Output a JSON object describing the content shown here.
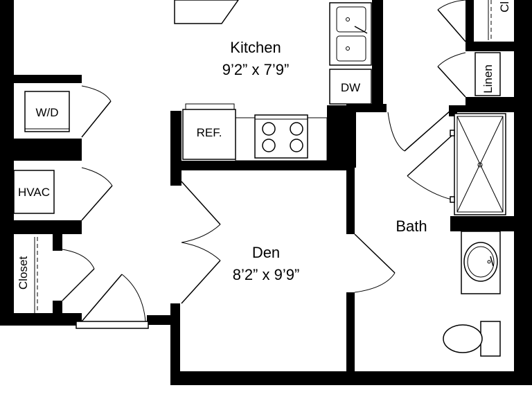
{
  "rooms": {
    "kitchen": {
      "name": "Kitchen",
      "dims": "9’2” x 7’9”"
    },
    "den": {
      "name": "Den",
      "dims": "8’2” x 9’9”"
    },
    "bath": {
      "name": "Bath"
    }
  },
  "fixtures": {
    "wd": "W/D",
    "hvac": "HVAC",
    "closet": "Closet",
    "ref": "REF.",
    "dw": "DW",
    "linen": "Linen",
    "closet_top": "Cl"
  },
  "colors": {
    "wall": "#000000",
    "background": "#ffffff"
  }
}
